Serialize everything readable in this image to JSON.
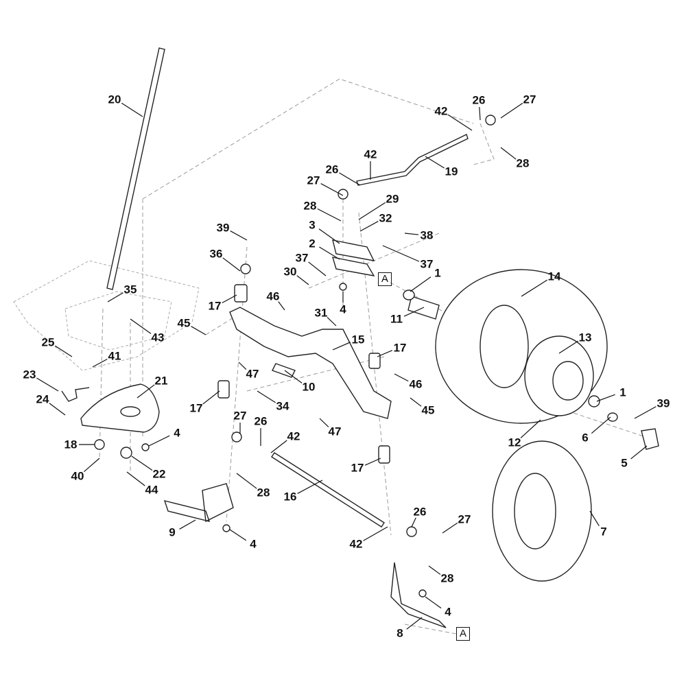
{
  "callouts": [
    "20",
    "42",
    "26",
    "27",
    "28",
    "19",
    "42",
    "26",
    "27",
    "29",
    "28",
    "32",
    "3",
    "39",
    "38",
    "2",
    "36",
    "37",
    "37",
    "30",
    "1",
    "14",
    "35",
    "46",
    "17",
    "4",
    "31",
    "11",
    "45",
    "43",
    "25",
    "15",
    "13",
    "41",
    "17",
    "23",
    "47",
    "21",
    "10",
    "46",
    "1",
    "24",
    "17",
    "34",
    "45",
    "39",
    "27",
    "26",
    "42",
    "4",
    "47",
    "12",
    "6",
    "18",
    "5",
    "22",
    "40",
    "17",
    "44",
    "28",
    "16",
    "26",
    "27",
    "9",
    "7",
    "4",
    "42",
    "28",
    "4",
    "8"
  ],
  "reference_marks": [
    "A",
    "A"
  ],
  "colors": {
    "line": "#222222",
    "dashed": "#888888",
    "text": "#111111"
  }
}
